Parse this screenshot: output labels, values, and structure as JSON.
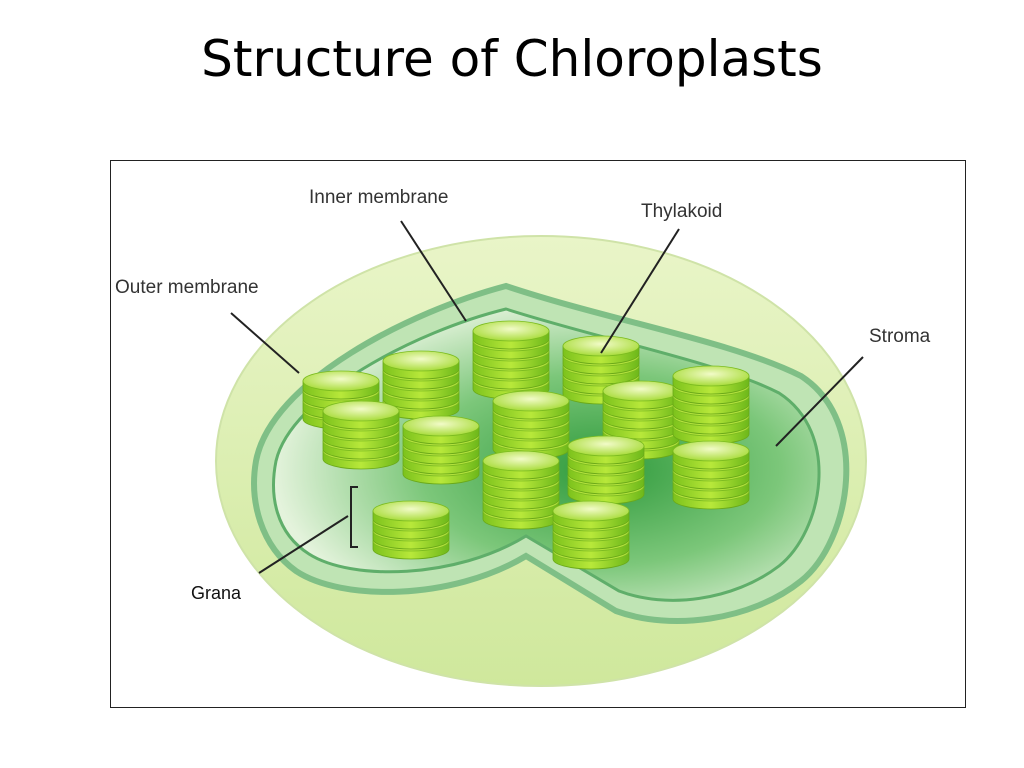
{
  "slide": {
    "title": "Structure of Chloroplasts"
  },
  "figure": {
    "labels": {
      "inner_membrane": "Inner membrane",
      "thylakoid": "Thylakoid",
      "outer_membrane": "Outer membrane",
      "stroma": "Stroma",
      "grana": "Grana"
    },
    "colors": {
      "outer_membrane": "#d8ecb0",
      "inner_membrane": "#8cc98c",
      "stroma": "#3aa64a",
      "thylakoid": "#9fdc2a",
      "thylakoid_top": "#e6f7a8"
    }
  }
}
